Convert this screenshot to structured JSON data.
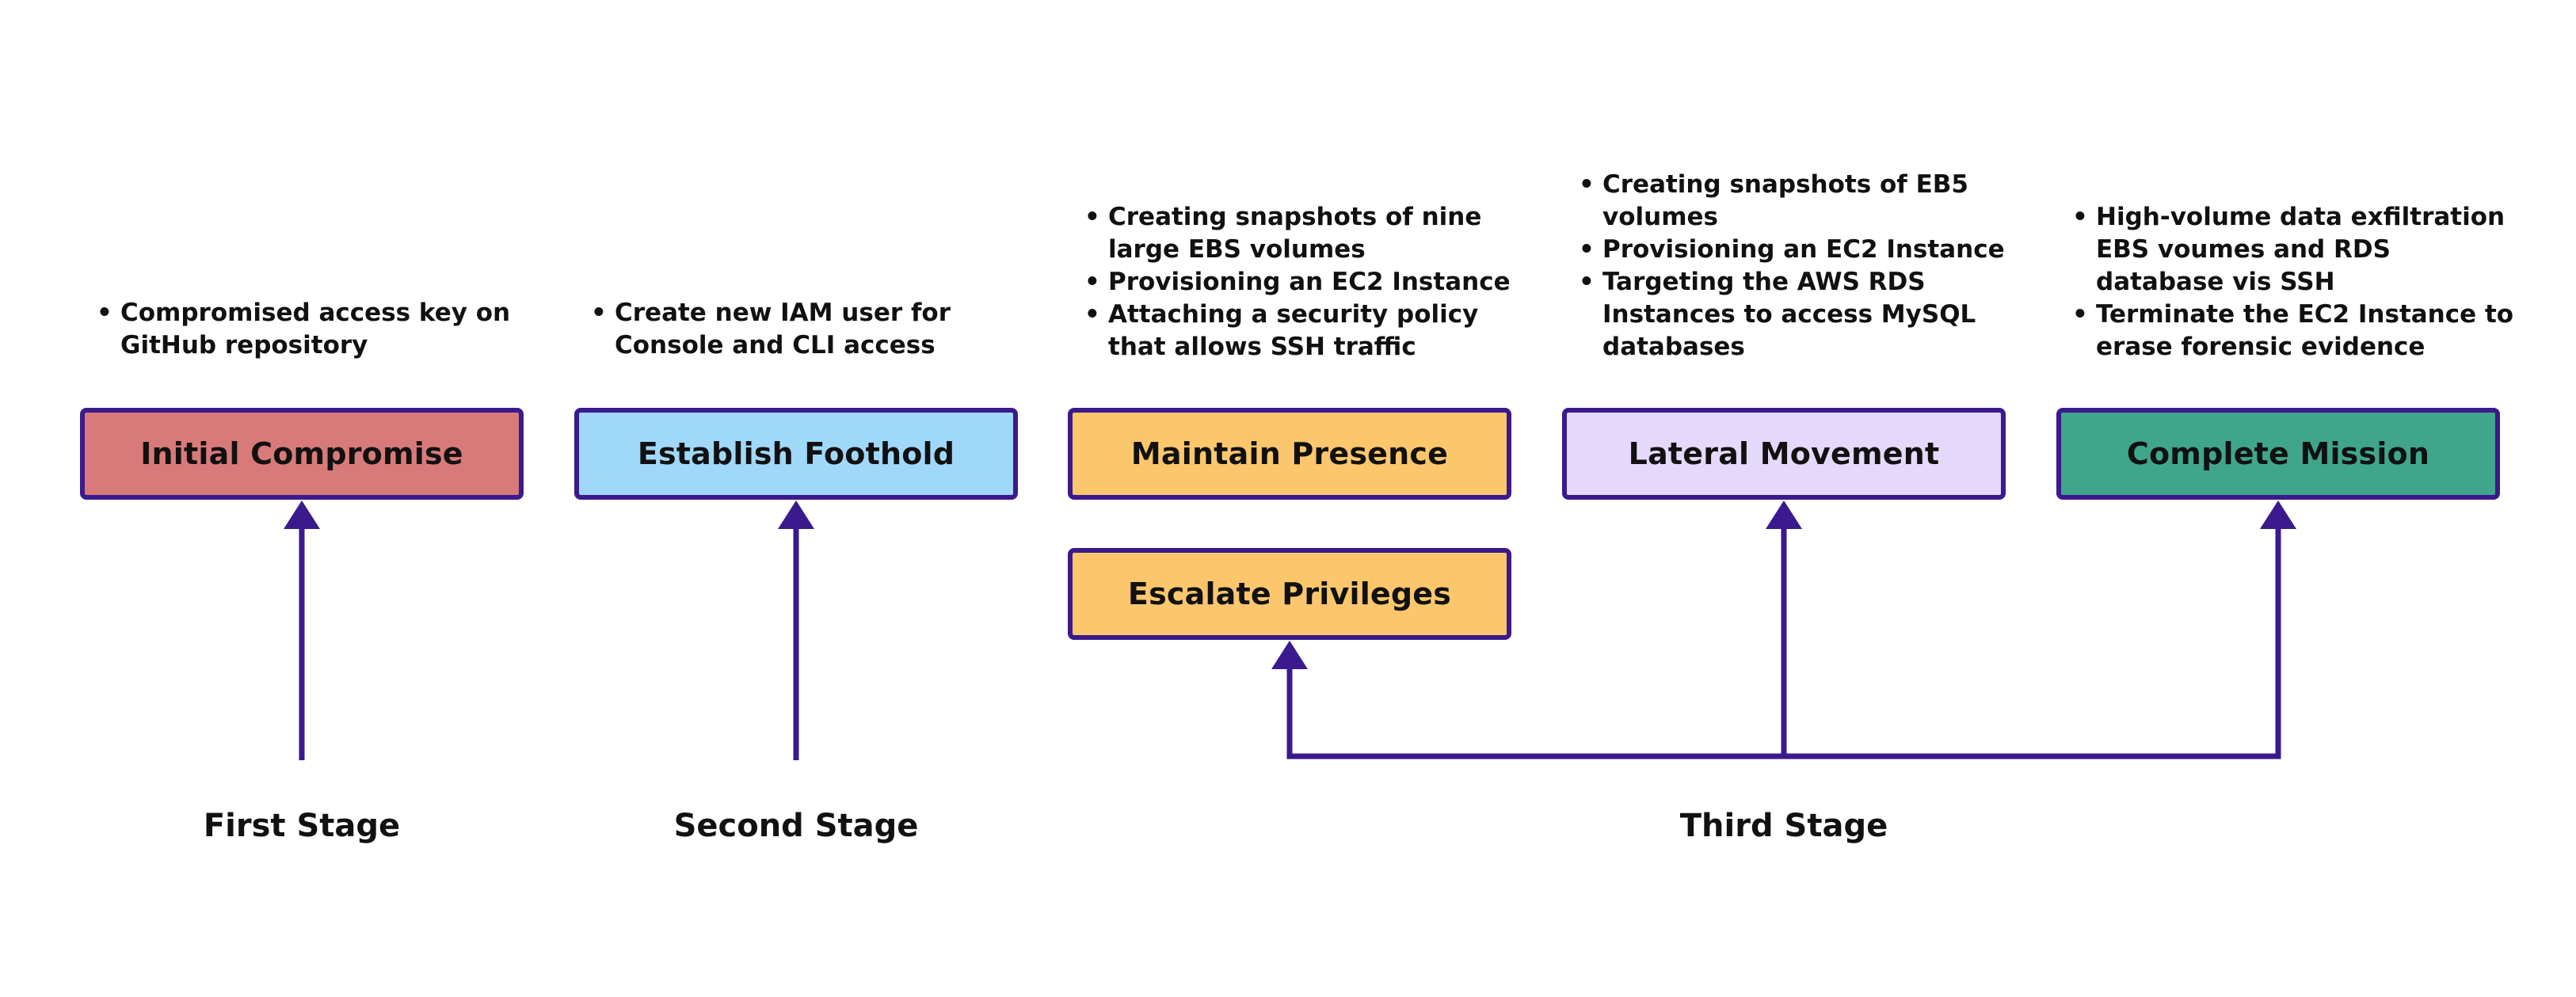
{
  "colors": {
    "line": "#3a1a8c",
    "red": "#d97a7a",
    "blue": "#a0d8fa",
    "orange": "#fcc76c",
    "lavender": "#e5d9fb",
    "green": "#3fa68b"
  },
  "stages": [
    {
      "label": "Initial Compromise",
      "color": "#d97a7a",
      "notes": [
        "Compromised access key on GitHub repository"
      ]
    },
    {
      "label": "Establish Foothold",
      "color": "#a0d8fa",
      "notes": [
        "Create new IAM user for Console and CLI access"
      ]
    },
    {
      "label": "Maintain Presence",
      "color": "#fcc76c",
      "notes": [
        "Creating snapshots of nine large EBS volumes",
        "Provisioning an EC2 Instance",
        "Attaching a security policy that allows SSH traffic"
      ]
    },
    {
      "label": "Lateral Movement",
      "color": "#e5d9fb",
      "notes": [
        "Creating snapshots of EB5 volumes",
        "Provisioning an EC2 Instance",
        "Targeting the AWS RDS Instances to access MySQL databases"
      ]
    },
    {
      "label": "Complete Mission",
      "color": "#3fa68b",
      "notes": [
        "High-volume data exfiltration EBS voumes and RDS database vis SSH",
        "Terminate the EC2 Instance to erase forensic evidence"
      ]
    },
    {
      "label": "Escalate Privileges",
      "color": "#fcc76c",
      "notes": []
    }
  ],
  "phases": [
    "First Stage",
    "Second Stage",
    "Third Stage"
  ]
}
